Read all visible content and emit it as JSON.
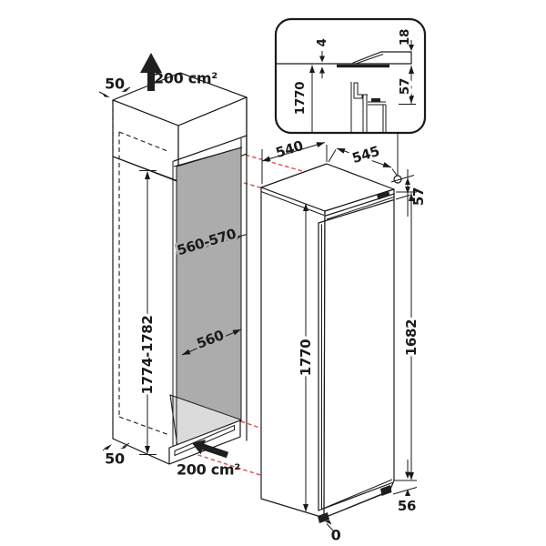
{
  "diagram": {
    "type": "built-in refrigerator installation dimension drawing",
    "units": "mm",
    "colors": {
      "line": "#1a1a1a",
      "alignment_red": "#dc5656",
      "niche_side_wall": "#acacac",
      "niche_floor": "#dbdbdb",
      "background": "#ffffff"
    },
    "inset": {
      "niche_height": "1770",
      "top_gap": "4",
      "worktop_edge": "18",
      "top_offset": "57"
    },
    "niche": {
      "top_clearance": "50",
      "vent_area_top": "200 cm²",
      "width_range": "560-570",
      "height_range": "1774-1782",
      "depth": "560",
      "bottom_clearance": "50",
      "vent_area_bottom": "200 cm²"
    },
    "appliance": {
      "depth_without_door": "540",
      "depth_with_door": "545",
      "top_offset": "57",
      "height": "1770",
      "door_height": "1682",
      "bottom_offset": "56",
      "floor_reference": "0"
    }
  }
}
